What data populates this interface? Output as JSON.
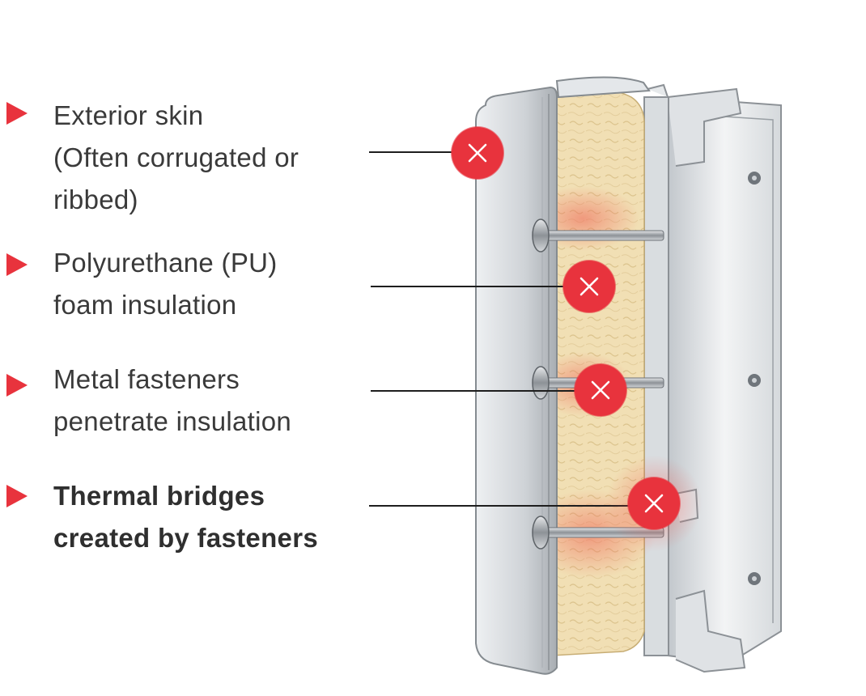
{
  "callouts": [
    {
      "id": "exterior-skin",
      "lines": [
        "Exterior skin",
        "(Often corrugated or",
        "ribbed)"
      ],
      "bold": false
    },
    {
      "id": "pu-foam",
      "lines": [
        "Polyurethane (PU)",
        "foam insulation"
      ],
      "bold": false
    },
    {
      "id": "metal-fasteners",
      "lines": [
        "Metal fasteners",
        "penetrate insulation"
      ],
      "bold": false
    },
    {
      "id": "thermal-bridges",
      "lines": [
        "Thermal bridges",
        "created by fasteners"
      ],
      "bold": true
    }
  ],
  "colors": {
    "accent": "#e8333d",
    "foam": "#f1dfb4",
    "metal": "#c9ced3",
    "line": "#1e1e1e"
  },
  "icons": {
    "bullet": "triangle-right-icon",
    "marker": "close-x-icon"
  }
}
